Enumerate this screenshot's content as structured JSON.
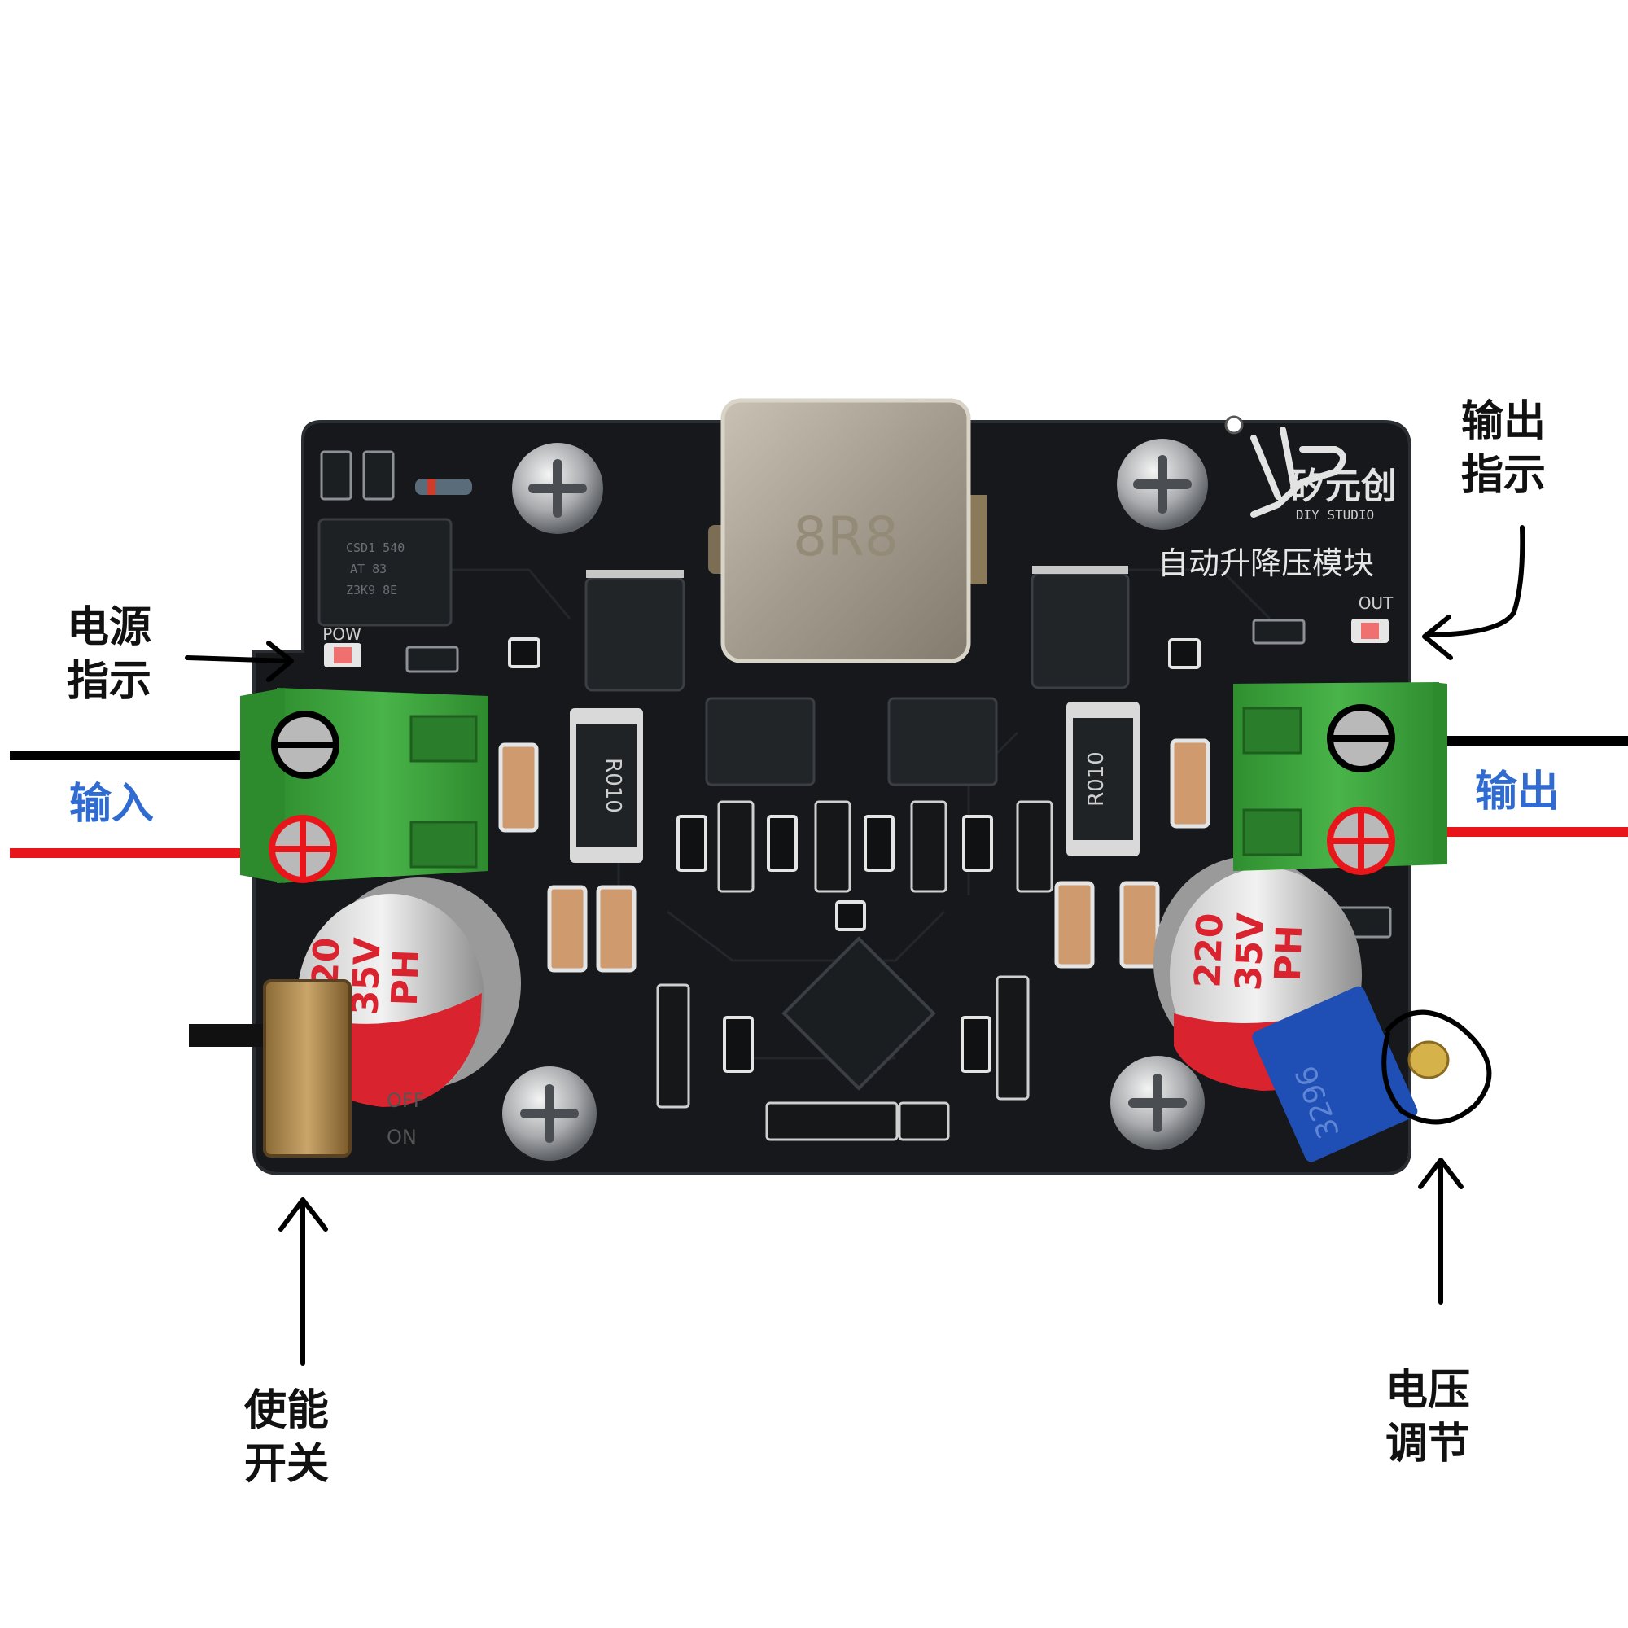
{
  "colors": {
    "background": "#ffffff",
    "pcb": "#16181b",
    "terminal_green": "#3aa43a",
    "wire_black": "#000000",
    "wire_red": "#e8161b",
    "label_blue": "#2f6bd0",
    "label_black": "#111111",
    "cap_red": "#d9232e",
    "pot_blue": "#1f4fb4"
  },
  "callouts": {
    "power_indicator": [
      "电源",
      "指示"
    ],
    "output_indicator": [
      "输出",
      "指示"
    ],
    "input": "输入",
    "output": "输出",
    "enable_switch": [
      "使能",
      "开关"
    ],
    "voltage_adjust": [
      "电压",
      "调节"
    ]
  },
  "board": {
    "brand_cn": "矽元创",
    "brand_en": "DIY STUDIO",
    "module_title": "自动升降压模块",
    "pow_label": "POW",
    "out_label": "OUT",
    "inductor_marking": "8R8",
    "shunt_marking": "R010",
    "capacitor_marking": [
      "220",
      "35V",
      "PH"
    ],
    "switch_labels": [
      "OFF",
      "ON"
    ],
    "chip_marking": [
      "CSD1 540",
      "AT 83",
      "Z3K9 8E"
    ],
    "pot_marking": "3296"
  },
  "icons": [
    "minus-terminal-icon",
    "plus-terminal-icon",
    "screw-icon",
    "arrow-icon"
  ]
}
